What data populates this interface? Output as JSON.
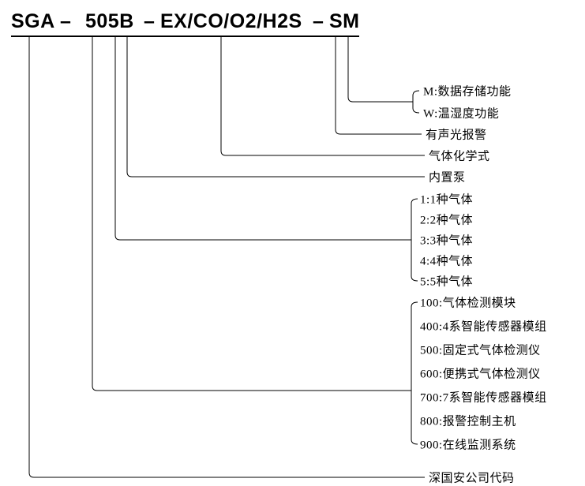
{
  "title": {
    "segments": [
      "SGA",
      "–",
      "505B",
      "–",
      "EX/CO/O2/H2S",
      "–",
      "SM"
    ]
  },
  "labels": {
    "m_storage": "M:数据存储功能",
    "w_temp_humidity": "W:温湿度功能",
    "sound_light_alarm": "有声光报警",
    "gas_formula": "气体化学式",
    "built_in_pump": "内置泵",
    "company_code": "深国安公司代码"
  },
  "gas_count_options": [
    "1:1种气体",
    "2:2种气体",
    "3:3种气体",
    "4:4种气体",
    "5:5种气体"
  ],
  "series_options": [
    "100:气体检测模块",
    "400:4系智能传感器模组",
    "500:固定式气体检测仪",
    "600:便携式气体检测仪",
    "700:7系智能传感器模组",
    "800:报警控制主机",
    "900:在线监测系统"
  ],
  "colors": {
    "line": "#000000",
    "text": "#000000",
    "background": "#ffffff"
  }
}
